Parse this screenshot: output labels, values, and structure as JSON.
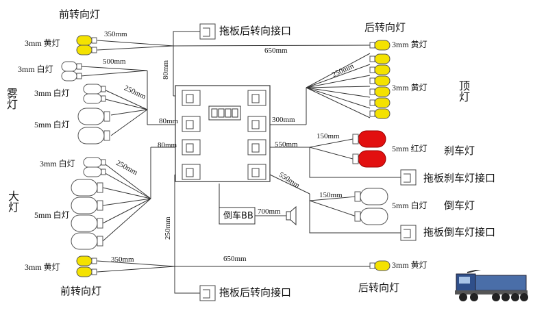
{
  "labels": {
    "front_turn_top": "前转向灯",
    "front_turn_bottom": "前转向灯",
    "rear_turn_top": "后转向灯",
    "rear_turn_bottom": "后转向灯",
    "trailer_turn_top": "拖板后转向接口",
    "trailer_turn_bottom": "拖板后转向接口",
    "fog": "雾灯",
    "head": "大灯",
    "roof": "顶灯",
    "brake": "刹车灯",
    "reverse": "倒车灯",
    "trailer_brake": "拖板刹车灯接口",
    "trailer_reverse": "拖板倒车灯接口",
    "buzzer": "倒车BB"
  },
  "lamp_specs": {
    "y3": "3mm 黄灯",
    "w3": "3mm 白灯",
    "w5": "5mm 白灯",
    "r5": "5mm 红灯"
  },
  "lengths": {
    "l350": "350mm",
    "l650": "650mm",
    "l500": "500mm",
    "l250": "250mm",
    "l80": "80mm",
    "l300": "300mm",
    "l550": "550mm",
    "l150": "150mm",
    "l700": "700mm"
  },
  "colors": {
    "yellow": "#f4e200",
    "red": "#e21010",
    "line": "#333333"
  },
  "icons": [
    "yellow-led-icon",
    "white-led-icon",
    "red-led-icon",
    "connector-icon",
    "speaker-icon",
    "truck-icon"
  ]
}
